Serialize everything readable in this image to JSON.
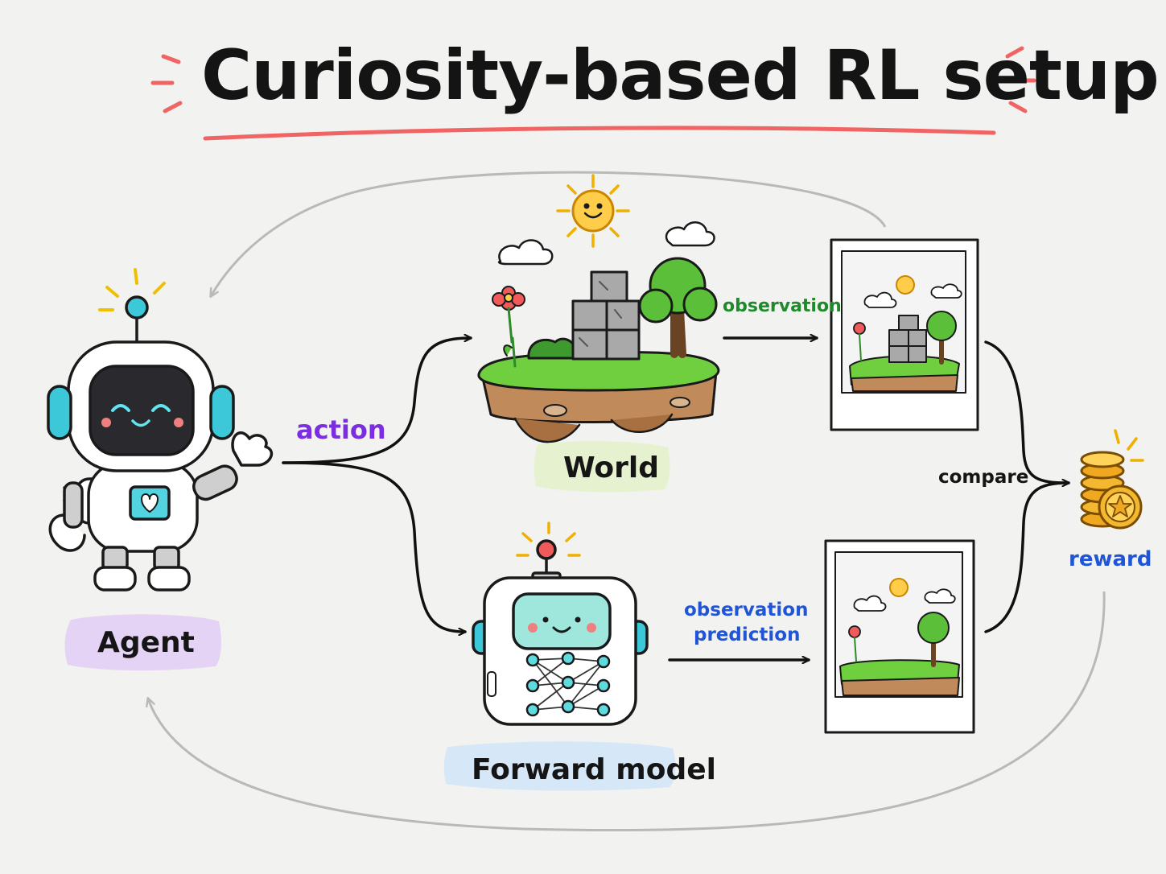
{
  "title": "Curiosity-based RL setup",
  "nodes": {
    "agent": "Agent",
    "world": "World",
    "forward_model": "Forward model"
  },
  "edges": {
    "action": "action",
    "observation": "observation",
    "observation_prediction_line1": "observation",
    "observation_prediction_line2": "prediction",
    "compare": "compare",
    "reward": "reward"
  },
  "colors": {
    "title_underline": "#f06464",
    "action": "#7a2ee0",
    "observation": "#1f8a2c",
    "prediction": "#1f55d6",
    "reward": "#1f55d6",
    "agent_tag_bg": "#e4d3f5",
    "world_tag_bg": "#e6f2cf",
    "forward_tag_bg": "#d6e7f7",
    "feedback_arrow": "#b9b9b9"
  },
  "icons": [
    "robot-agent-icon",
    "floating-island-world-icon",
    "forward-model-robot-icon",
    "observation-frame-icon",
    "predicted-frame-icon",
    "coin-stack-reward-icon",
    "sun-icon",
    "cloud-icon"
  ]
}
